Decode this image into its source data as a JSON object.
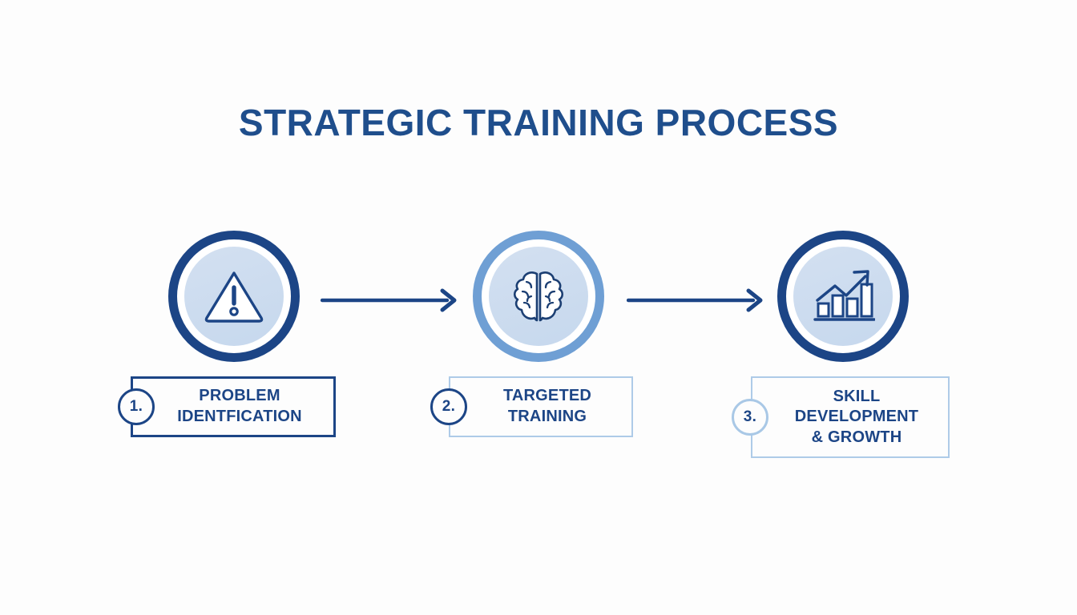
{
  "page": {
    "title": "STRATEGIC TRAINING PROCESS",
    "background_color": "#fdfdfd",
    "accent_dark": "#1c4586",
    "accent_light": "#6f9fd4",
    "accent_pale": "#aecbe8",
    "node_fill": "#cddcee"
  },
  "steps": [
    {
      "number": "1.",
      "label_line1": "PROBLEM",
      "label_line2": "IDENTFICATION",
      "label_line3": "",
      "icon": "warning-triangle-icon",
      "ring_style": "dark",
      "box_style": "dark",
      "badge_style": "dark"
    },
    {
      "number": "2.",
      "label_line1": "TARGETED",
      "label_line2": "TRAINING",
      "label_line3": "",
      "icon": "brain-icon",
      "ring_style": "light",
      "box_style": "light",
      "badge_style": "dark"
    },
    {
      "number": "3.",
      "label_line1": "SKILL",
      "label_line2": "DEVELOPMENT",
      "label_line3": "& GROWTH",
      "icon": "growth-bar-chart-icon",
      "ring_style": "dark",
      "box_style": "light",
      "badge_style": "light"
    }
  ],
  "connectors": [
    {
      "name": "arrow-step1-to-step2",
      "direction": "right"
    },
    {
      "name": "arrow-step2-to-step3",
      "direction": "right"
    }
  ]
}
